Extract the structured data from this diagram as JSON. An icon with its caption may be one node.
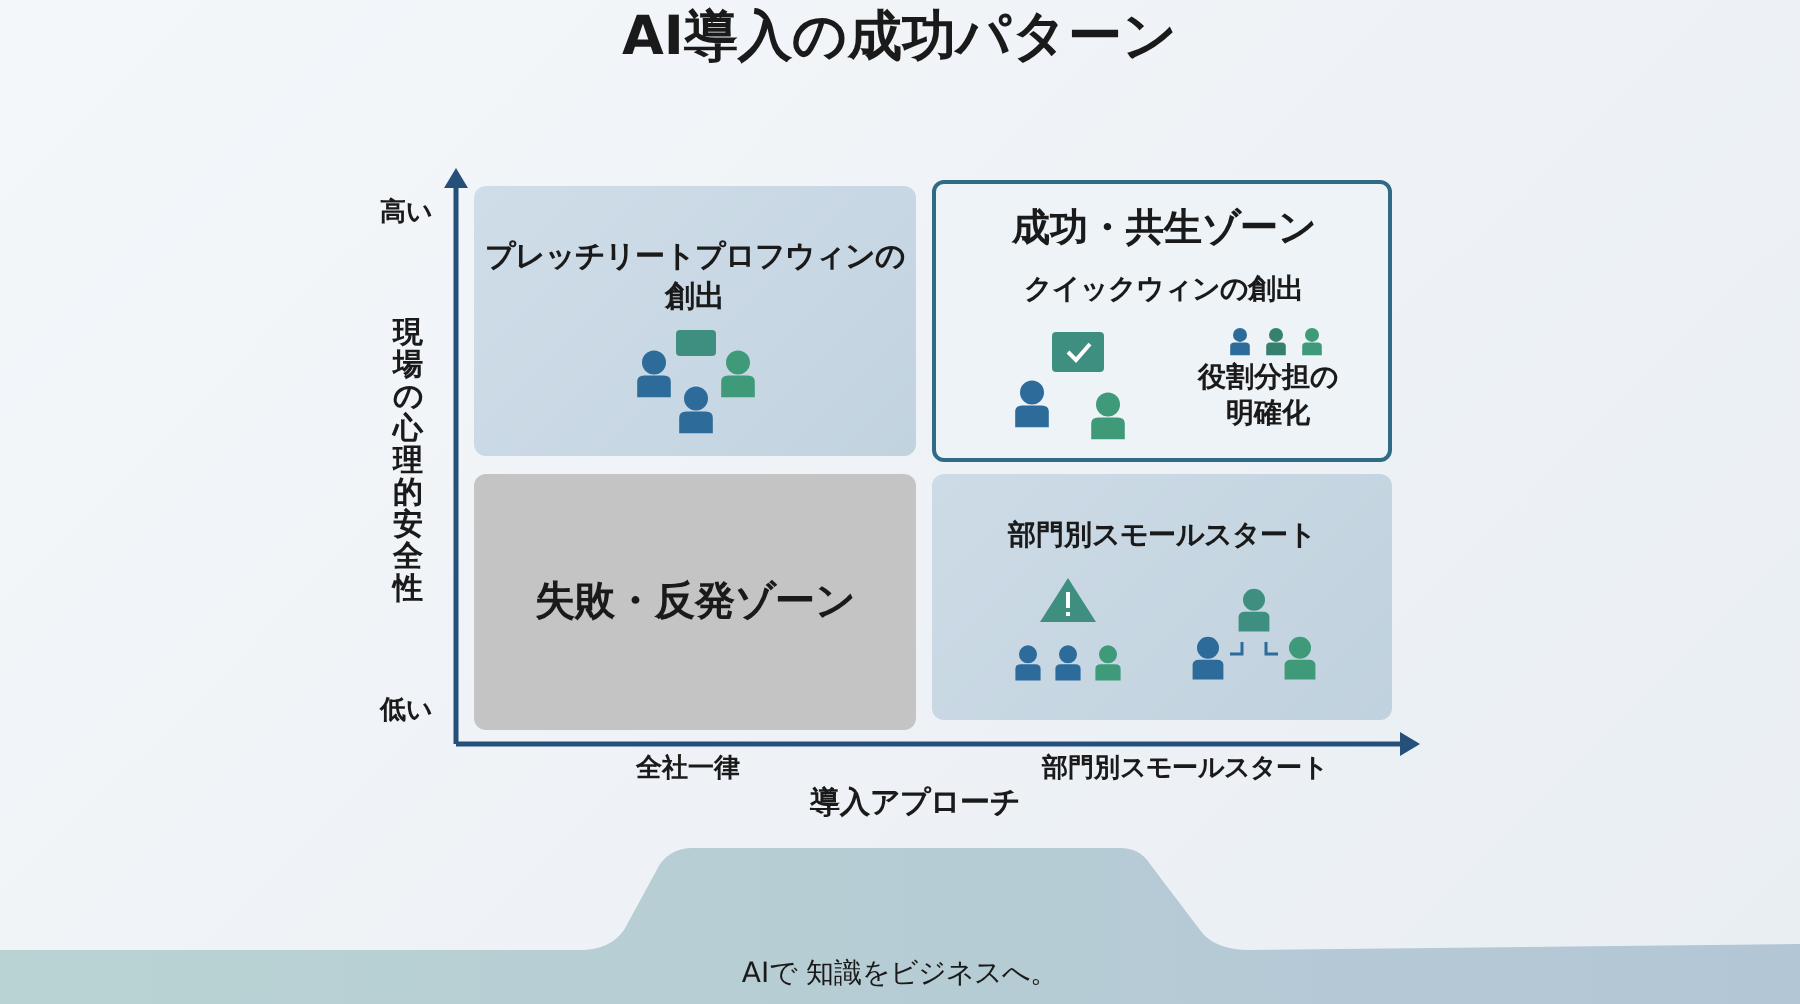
{
  "diagram": {
    "title": "AI導入の成功パターン",
    "nodes": [
      {
        "text": [
          "プレッチリートプロフウィンの創出"
        ]
      },
      {
        "text": [
          "成功・共生ゾーン",
          "クイックウィンの創出",
          "役割分担の明確化"
        ]
      },
      {
        "text": [
          "失敗・反発ゾーン"
        ]
      },
      {
        "text": [
          "部門別スモールスタート"
        ]
      }
    ],
    "edges": [],
    "labels": [
      "高い",
      "現場の心理的安全性",
      "低い",
      "全社一律",
      "部門別スモールスタート",
      "導入アプローチ",
      "AIで 知識をビジネスへ。"
    ]
  }
}
